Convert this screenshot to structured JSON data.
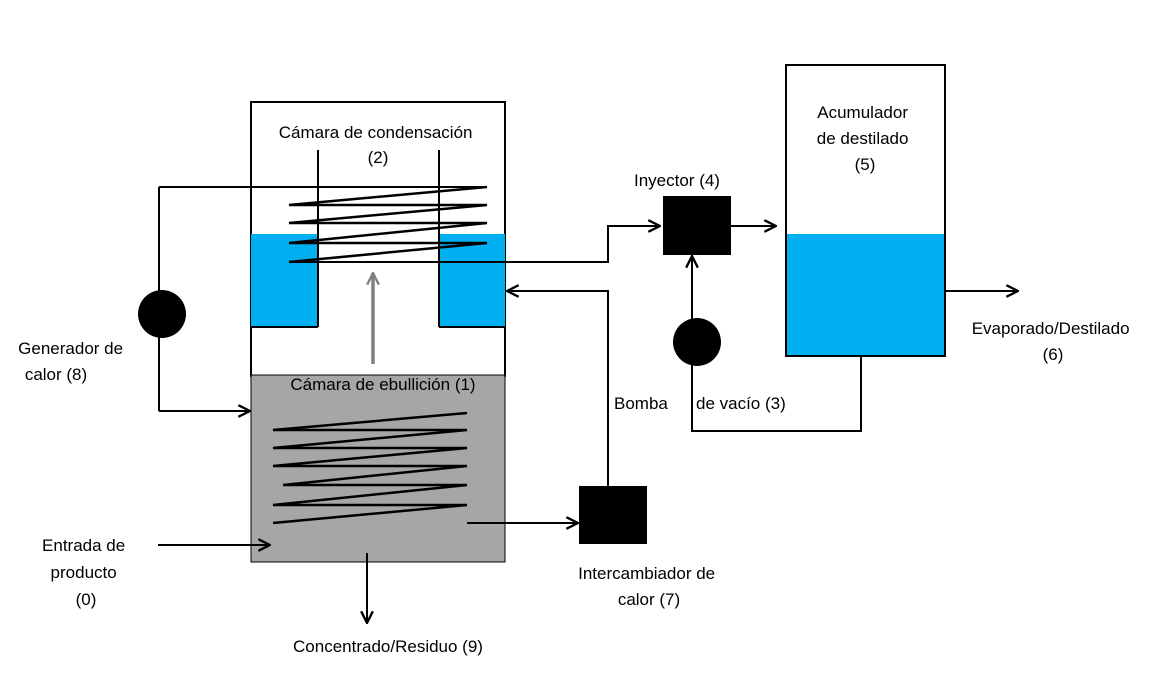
{
  "colors": {
    "stroke": "#000000",
    "liquid": "#00b0f0",
    "boiling_chamber_fill": "#a6a6a6",
    "vapor_arrow": "#808080",
    "background": "#ffffff"
  },
  "labels": {
    "condensation_chamber": [
      "Cámara de condensación",
      "(2)"
    ],
    "boiling_chamber": [
      "Cámara de ebullición (1)"
    ],
    "injector": [
      "Inyector (4)"
    ],
    "accumulator": [
      "Acumulador",
      "de destilado",
      "(5)"
    ],
    "evaporated": [
      "Evaporado/Destilado",
      "(6)"
    ],
    "heat_generator": [
      "Generador de",
      "calor (8)"
    ],
    "vacuum_pump_bomba": [
      "Bomba"
    ],
    "vacuum_pump_rest": [
      "de vacío (3)"
    ],
    "heat_exchanger": [
      "Intercambiador de",
      "calor (7)"
    ],
    "product_inlet": [
      "Entrada de",
      "producto",
      "(0)"
    ],
    "concentrate": [
      "Concentrado/Residuo (9)"
    ]
  },
  "icons": {
    "heat_generator": "filled-circle",
    "vacuum_pump": "filled-circle",
    "injector": "filled-square",
    "heat_exchanger": "filled-square"
  }
}
